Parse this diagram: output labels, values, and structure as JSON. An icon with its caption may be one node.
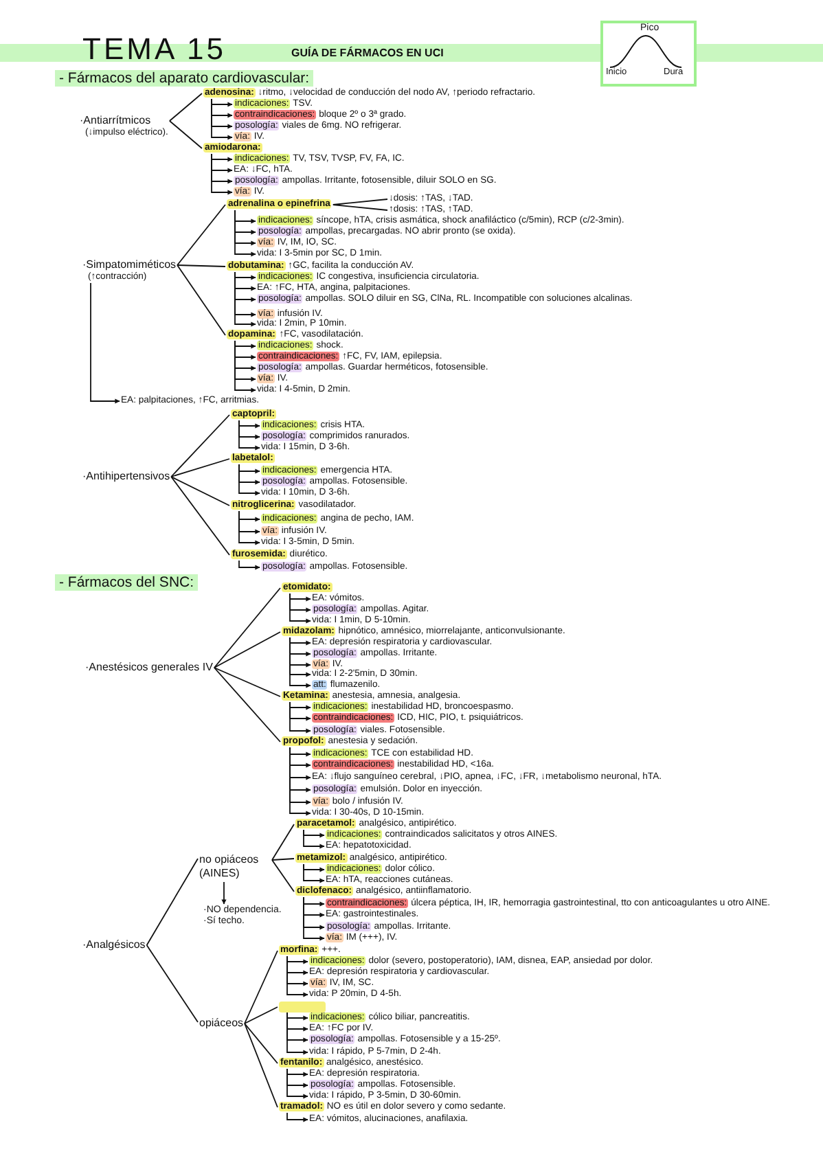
{
  "diagram": {
    "title": "TEMA 15",
    "nodes": [
      {
        "text": [
          "- Fármacos del aparato cardiovascular:"
        ]
      },
      {
        "text": [
          "·Antiarrítmicos",
          "(↓impulso eléctrico)."
        ]
      },
      {
        "text": [
          "adenosina:",
          "↓ritmo, ↓velocidad de conducción del nodo AV, ↑periodo refractario."
        ]
      },
      {
        "text": [
          "indicaciones:",
          "TSV."
        ]
      },
      {
        "text": [
          "contraindicaciones:",
          "bloque 2º o 3ª grado."
        ]
      },
      {
        "text": [
          "posología:",
          "viales de 6mg. NO refrigerar."
        ]
      },
      {
        "text": [
          "vía:",
          "IV."
        ]
      },
      {
        "text": [
          "amiodarona:"
        ]
      },
      {
        "text": [
          "indicaciones:",
          "TV, TSV, TVSP, FV, FA, IC."
        ]
      },
      {
        "text": [
          "EA: ↓FC, hTA."
        ]
      },
      {
        "text": [
          "posología:",
          "ampollas. Irritante, fotosensible, diluir SOLO en SG."
        ]
      },
      {
        "text": [
          "vía:",
          "IV."
        ]
      },
      {
        "text": [
          "·Simpatomiméticos",
          "(↑contracción)"
        ]
      },
      {
        "text": [
          "adrenalina o epinefrina"
        ]
      },
      {
        "text": [
          "↓dosis: ↑TAS, ↓TAD."
        ]
      },
      {
        "text": [
          "↑dosis: ↑TAS, ↑TAD."
        ]
      },
      {
        "text": [
          "indicaciones:",
          "síncope, hTA, crisis asmática, shock anafiláctico (c/5min), RCP (c/2-3min)."
        ]
      },
      {
        "text": [
          "posología:",
          "ampollas, precargadas. NO abrir pronto (se oxida)."
        ]
      },
      {
        "text": [
          "vía:",
          "IV, IM, IO, SC."
        ]
      },
      {
        "text": [
          "vida: I 3-5min por SC, D 1min."
        ]
      },
      {
        "text": [
          "dobutamina:",
          "↑GC, facilita la conducción AV."
        ]
      },
      {
        "text": [
          "indicaciones:",
          "IC congestiva, insuficiencia circulatoria."
        ]
      },
      {
        "text": [
          "EA: ↑FC, HTA, angina, palpitaciones."
        ]
      },
      {
        "text": [
          "posología:",
          "ampollas. SOLO diluir en SG, ClNa, RL. Incompatible con soluciones alcalinas."
        ]
      },
      {
        "text": [
          "vía:",
          "infusión IV."
        ]
      },
      {
        "text": [
          "vida: I 2min, P 10min."
        ]
      },
      {
        "text": [
          "dopamina:",
          "↑FC, vasodilatación."
        ]
      },
      {
        "text": [
          "indicaciones:",
          "shock."
        ]
      },
      {
        "text": [
          "contraindicaciones:",
          "↑FC, FV, IAM, epilepsia."
        ]
      },
      {
        "text": [
          "posología:",
          "ampollas. Guardar herméticos, fotosensible."
        ]
      },
      {
        "text": [
          "vía:",
          "IV."
        ]
      },
      {
        "text": [
          "vida: I 4-5min, D 2min."
        ]
      },
      {
        "text": [
          "EA: palpitaciones, ↑FC, arritmias."
        ]
      },
      {
        "text": [
          "·Antihipertensivos"
        ]
      },
      {
        "text": [
          "captopril:"
        ]
      },
      {
        "text": [
          "indicaciones:",
          "crisis HTA."
        ]
      },
      {
        "text": [
          "posología:",
          "comprimidos ranurados."
        ]
      },
      {
        "text": [
          "vida: I 15min, D 3-6h."
        ]
      },
      {
        "text": [
          "labetalol:"
        ]
      },
      {
        "text": [
          "indicaciones:",
          "emergencia HTA."
        ]
      },
      {
        "text": [
          "posología:",
          "ampollas. Fotosensible."
        ]
      },
      {
        "text": [
          "vida: I 10min, D 3-6h."
        ]
      },
      {
        "text": [
          "nitroglicerina:",
          "vasodilatador."
        ]
      },
      {
        "text": [
          "indicaciones:",
          "angina de pecho, IAM."
        ]
      },
      {
        "text": [
          "vía:",
          "infusión IV."
        ]
      },
      {
        "text": [
          "vida: I 3-5min, D 5min."
        ]
      },
      {
        "text": [
          "furosemida:",
          "diurético."
        ]
      },
      {
        "text": [
          "posología:",
          "ampollas. Fotosensible."
        ]
      },
      {
        "text": [
          "- Fármacos del SNC:"
        ]
      },
      {
        "text": [
          "·Anestésicos generales IV"
        ]
      },
      {
        "text": [
          "etomidato:"
        ]
      },
      {
        "text": [
          "EA: vómitos."
        ]
      },
      {
        "text": [
          "posología:",
          "ampollas. Agitar."
        ]
      },
      {
        "text": [
          "vida: I 1min, D 5-10min."
        ]
      },
      {
        "text": [
          "midazolam:",
          "hipnótico, amnésico, miorrelajante, anticonvulsionante."
        ]
      },
      {
        "text": [
          "EA: depresión respiratoria y cardiovascular."
        ]
      },
      {
        "text": [
          "posología:",
          "ampollas. Irritante."
        ]
      },
      {
        "text": [
          "vía:",
          "IV."
        ]
      },
      {
        "text": [
          "vida: I 2-2'5min, D 30min."
        ]
      },
      {
        "text": [
          "att:",
          "flumazenilo."
        ]
      },
      {
        "text": [
          "Ketamina:",
          "anestesia, amnesia, analgesia."
        ]
      },
      {
        "text": [
          "indicaciones:",
          "inestabilidad HD, broncoespasmo."
        ]
      },
      {
        "text": [
          "contraindicaciones:",
          "ICD, HIC, PIO, t. psiquiátricos."
        ]
      },
      {
        "text": [
          "posología:",
          "viales. Fotosensible."
        ]
      },
      {
        "text": [
          "propofol:",
          "anestesia y sedación."
        ]
      },
      {
        "text": [
          "indicaciones:",
          "TCE con estabilidad HD."
        ]
      },
      {
        "text": [
          "contraindicaciones:",
          "inestabilidad HD, <16a."
        ]
      },
      {
        "text": [
          "EA: ↓flujo sanguíneo cerebral, ↓PIO, apnea, ↓FC, ↓FR, ↓metabolismo neuronal, hTA."
        ]
      },
      {
        "text": [
          "posología:",
          "emulsión. Dolor en inyección."
        ]
      },
      {
        "text": [
          "vía:",
          "bolo / infusión IV."
        ]
      },
      {
        "text": [
          "vida: I 30-40s, D 10-15min."
        ]
      },
      {
        "text": [
          "·Analgésicos"
        ]
      },
      {
        "text": [
          "no opiáceos (AINES)"
        ]
      },
      {
        "text": [
          "paracetamol:",
          "analgésico, antipirético."
        ]
      },
      {
        "text": [
          "indicaciones:",
          "contraindicados salicitatos y otros AINES."
        ]
      },
      {
        "text": [
          "EA: hepatotoxicidad."
        ]
      },
      {
        "text": [
          "metamizol:",
          "analgésico, antipirético."
        ]
      },
      {
        "text": [
          "indicaciones:",
          "dolor cólico."
        ]
      },
      {
        "text": [
          "EA: hTA, reacciones cutáneas."
        ]
      },
      {
        "text": [
          "diclofenaco:",
          "analgésico, antiinflamatorio."
        ]
      },
      {
        "text": [
          "contraindicaciones:",
          "úlcera péptica, IH, IR, hemorragia gastrointestinal, tto con anticoagulantes u otro AINE."
        ]
      },
      {
        "text": [
          "EA: gastrointestinales."
        ]
      },
      {
        "text": [
          "posología:",
          "ampollas. Irritante."
        ]
      },
      {
        "text": [
          "vía:",
          "IM (+++), IV."
        ]
      },
      {
        "text": [
          "·NO dependencia.",
          "·Sí techo."
        ]
      },
      {
        "text": [
          "opiáceos"
        ]
      },
      {
        "text": [
          "morfina:",
          "+++."
        ]
      },
      {
        "text": [
          "indicaciones:",
          "dolor (severo, postoperatorio), IAM, disnea, EAP, ansiedad por dolor."
        ]
      },
      {
        "text": [
          "EA: depresión respiratoria y cardiovascular."
        ]
      },
      {
        "text": [
          "vía:",
          "IV, IM, SC."
        ]
      },
      {
        "text": [
          "vida: P 20min, D 4-5h."
        ]
      },
      {
        "text": [],
        "shape": "box"
      },
      {
        "text": [
          "indicaciones:",
          "cólico biliar, pancreatitis."
        ]
      },
      {
        "text": [
          "EA: ↑FC por IV."
        ]
      },
      {
        "text": [
          "posología:",
          "ampollas. Fotosensible y a 15-25º."
        ]
      },
      {
        "text": [
          "vida: I rápido, P 5-7min, D 2-4h."
        ]
      },
      {
        "text": [
          "fentanilo:",
          "analgésico, anestésico."
        ]
      },
      {
        "text": [
          "EA: depresión respiratoria."
        ]
      },
      {
        "text": [
          "posología:",
          "ampollas. Fotosensible."
        ]
      },
      {
        "text": [
          "vida: I rápido, P 3-5min, D 30-60min."
        ]
      },
      {
        "text": [
          "tramadol:",
          "NO es útil en dolor severo y como sedante."
        ]
      },
      {
        "text": [
          "EA: vómitos, alucinaciones, anafilaxia."
        ]
      }
    ],
    "edges": [
      {
        "from": 1,
        "to": 2,
        "arrow": "none"
      },
      {
        "from": 2,
        "to": 3,
        "arrow": "to"
      },
      {
        "from": 2,
        "to": 4,
        "arrow": "to"
      },
      {
        "from": 2,
        "to": 5,
        "arrow": "to"
      },
      {
        "from": 2,
        "to": 6,
        "arrow": "to"
      },
      {
        "from": 1,
        "to": 7,
        "arrow": "none"
      },
      {
        "from": 7,
        "to": 8,
        "arrow": "to"
      },
      {
        "from": 7,
        "to": 9,
        "arrow": "to"
      },
      {
        "from": 7,
        "to": 10,
        "arrow": "to"
      },
      {
        "from": 7,
        "to": 11,
        "arrow": "to"
      },
      {
        "from": 12,
        "to": 13,
        "arrow": "none"
      },
      {
        "from": 13,
        "to": 14,
        "arrow": "none"
      },
      {
        "from": 13,
        "to": 15,
        "arrow": "none"
      },
      {
        "from": 13,
        "to": 16,
        "arrow": "to"
      },
      {
        "from": 13,
        "to": 17,
        "arrow": "to"
      },
      {
        "from": 13,
        "to": 18,
        "arrow": "to"
      },
      {
        "from": 13,
        "to": 19,
        "arrow": "to"
      },
      {
        "from": 12,
        "to": 20,
        "arrow": "none"
      },
      {
        "from": 20,
        "to": 21,
        "arrow": "to"
      },
      {
        "from": 20,
        "to": 22,
        "arrow": "to"
      },
      {
        "from": 20,
        "to": 23,
        "arrow": "to"
      },
      {
        "from": 20,
        "to": 24,
        "arrow": "to"
      },
      {
        "from": 20,
        "to": 25,
        "arrow": "to"
      },
      {
        "from": 12,
        "to": 26,
        "arrow": "none"
      },
      {
        "from": 26,
        "to": 27,
        "arrow": "to"
      },
      {
        "from": 26,
        "to": 28,
        "arrow": "to"
      },
      {
        "from": 26,
        "to": 29,
        "arrow": "to"
      },
      {
        "from": 26,
        "to": 30,
        "arrow": "to"
      },
      {
        "from": 26,
        "to": 31,
        "arrow": "to"
      },
      {
        "from": 12,
        "to": 32,
        "arrow": "to"
      },
      {
        "from": 33,
        "to": 34,
        "arrow": "none"
      },
      {
        "from": 34,
        "to": 35,
        "arrow": "to"
      },
      {
        "from": 34,
        "to": 36,
        "arrow": "to"
      },
      {
        "from": 34,
        "to": 37,
        "arrow": "to"
      },
      {
        "from": 33,
        "to": 38,
        "arrow": "none"
      },
      {
        "from": 38,
        "to": 39,
        "arrow": "to"
      },
      {
        "from": 38,
        "to": 40,
        "arrow": "to"
      },
      {
        "from": 38,
        "to": 41,
        "arrow": "to"
      },
      {
        "from": 33,
        "to": 42,
        "arrow": "none"
      },
      {
        "from": 42,
        "to": 43,
        "arrow": "to"
      },
      {
        "from": 42,
        "to": 44,
        "arrow": "to"
      },
      {
        "from": 42,
        "to": 45,
        "arrow": "to"
      },
      {
        "from": 33,
        "to": 46,
        "arrow": "none"
      },
      {
        "from": 46,
        "to": 47,
        "arrow": "to"
      },
      {
        "from": 49,
        "to": 50,
        "arrow": "none"
      },
      {
        "from": 50,
        "to": 51,
        "arrow": "to"
      },
      {
        "from": 50,
        "to": 52,
        "arrow": "to"
      },
      {
        "from": 50,
        "to": 53,
        "arrow": "to"
      },
      {
        "from": 49,
        "to": 54,
        "arrow": "none"
      },
      {
        "from": 54,
        "to": 55,
        "arrow": "to"
      },
      {
        "from": 54,
        "to": 56,
        "arrow": "to"
      },
      {
        "from": 54,
        "to": 57,
        "arrow": "to"
      },
      {
        "from": 54,
        "to": 58,
        "arrow": "to"
      },
      {
        "from": 54,
        "to": 59,
        "arrow": "to"
      },
      {
        "from": 49,
        "to": 60,
        "arrow": "none"
      },
      {
        "from": 60,
        "to": 61,
        "arrow": "to"
      },
      {
        "from": 60,
        "to": 62,
        "arrow": "to"
      },
      {
        "from": 60,
        "to": 63,
        "arrow": "to"
      },
      {
        "from": 49,
        "to": 64,
        "arrow": "none"
      },
      {
        "from": 64,
        "to": 65,
        "arrow": "to"
      },
      {
        "from": 64,
        "to": 66,
        "arrow": "to"
      },
      {
        "from": 64,
        "to": 67,
        "arrow": "to"
      },
      {
        "from": 64,
        "to": 68,
        "arrow": "to"
      },
      {
        "from": 64,
        "to": 69,
        "arrow": "to"
      },
      {
        "from": 64,
        "to": 70,
        "arrow": "to"
      },
      {
        "from": 71,
        "to": 72,
        "arrow": "none"
      },
      {
        "from": 72,
        "to": 73,
        "arrow": "none"
      },
      {
        "from": 73,
        "to": 74,
        "arrow": "to"
      },
      {
        "from": 73,
        "to": 75,
        "arrow": "to"
      },
      {
        "from": 72,
        "to": 76,
        "arrow": "none"
      },
      {
        "from": 76,
        "to": 77,
        "arrow": "to"
      },
      {
        "from": 76,
        "to": 78,
        "arrow": "to"
      },
      {
        "from": 72,
        "to": 79,
        "arrow": "none"
      },
      {
        "from": 79,
        "to": 80,
        "arrow": "to"
      },
      {
        "from": 79,
        "to": 81,
        "arrow": "to"
      },
      {
        "from": 79,
        "to": 82,
        "arrow": "to"
      },
      {
        "from": 79,
        "to": 83,
        "arrow": "to"
      },
      {
        "from": 72,
        "to": 84,
        "arrow": "to"
      },
      {
        "from": 71,
        "to": 85,
        "arrow": "none"
      },
      {
        "from": 85,
        "to": 86,
        "arrow": "none"
      },
      {
        "from": 86,
        "to": 87,
        "arrow": "to"
      },
      {
        "from": 86,
        "to": 88,
        "arrow": "to"
      },
      {
        "from": 86,
        "to": 89,
        "arrow": "to"
      },
      {
        "from": 86,
        "to": 90,
        "arrow": "to"
      },
      {
        "from": 85,
        "to": 91,
        "arrow": "none"
      },
      {
        "from": 91,
        "to": 92,
        "arrow": "to"
      },
      {
        "from": 91,
        "to": 93,
        "arrow": "to"
      },
      {
        "from": 91,
        "to": 94,
        "arrow": "to"
      },
      {
        "from": 91,
        "to": 95,
        "arrow": "to"
      },
      {
        "from": 85,
        "to": 96,
        "arrow": "none"
      },
      {
        "from": 96,
        "to": 97,
        "arrow": "to"
      },
      {
        "from": 96,
        "to": 98,
        "arrow": "to"
      },
      {
        "from": 96,
        "to": 99,
        "arrow": "to"
      },
      {
        "from": 85,
        "to": 100,
        "arrow": "none"
      },
      {
        "from": 100,
        "to": 101,
        "arrow": "to"
      }
    ],
    "labels": [
      "GUÍA DE FÁRMACOS EN UCI",
      "Pico",
      "Inicio",
      "Dura"
    ]
  }
}
